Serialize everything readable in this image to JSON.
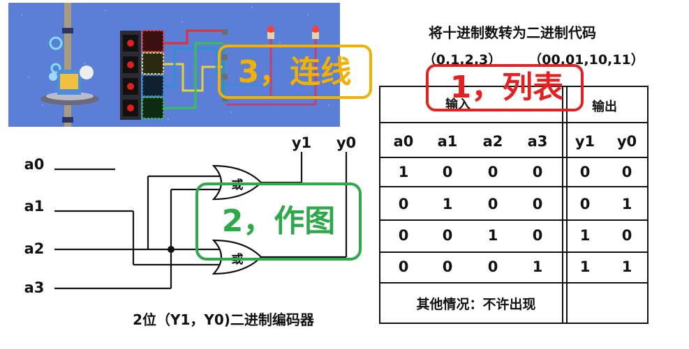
{
  "title": "将十进制数转为二进制代码",
  "decimal_range": "（0,1,2,3）",
  "binary_range": "（00,01,10,11）",
  "step_list": "1，列表",
  "step_draw": "2，作图",
  "step_wire": "3，连线",
  "table": {
    "input_header": "输入",
    "output_header": "输出",
    "input_cols": [
      "a0",
      "a1",
      "a2",
      "a3"
    ],
    "output_cols": [
      "y1",
      "y0"
    ],
    "rows": [
      {
        "in": [
          "1",
          "0",
          "0",
          "0"
        ],
        "out": [
          "0",
          "0"
        ]
      },
      {
        "in": [
          "0",
          "1",
          "0",
          "0"
        ],
        "out": [
          "0",
          "1"
        ]
      },
      {
        "in": [
          "0",
          "0",
          "1",
          "0"
        ],
        "out": [
          "1",
          "0"
        ]
      },
      {
        "in": [
          "0",
          "0",
          "0",
          "1"
        ],
        "out": [
          "1",
          "1"
        ]
      }
    ],
    "other": "其他情况：不许出现"
  },
  "circuit": {
    "inputs": [
      "a0",
      "a1",
      "a2",
      "a3"
    ],
    "outputs": [
      "y1",
      "y0"
    ],
    "gate_label": "或",
    "caption": "2位（Y1，Y0)二进制编码器"
  },
  "colors": {
    "list_highlight": "#e52020",
    "draw_highlight": "#2da84a",
    "wire_highlight": "#f2b000",
    "game_bg": "#5b7fd6"
  }
}
